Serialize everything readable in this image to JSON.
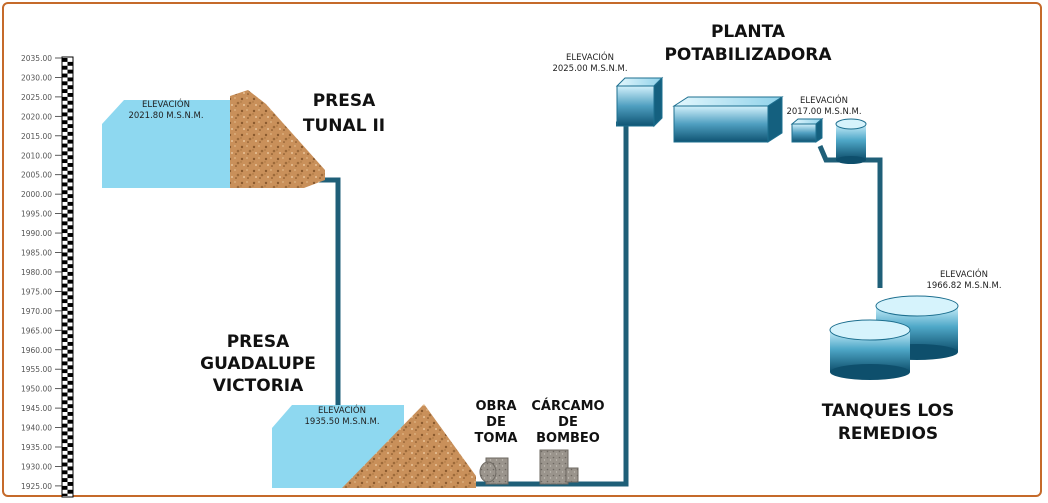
{
  "scale": {
    "ticks": [
      "2035.00",
      "2030.00",
      "2025.00",
      "2020.00",
      "2015.00",
      "2010.00",
      "2005.00",
      "2000.00",
      "1995.00",
      "1990.00",
      "1985.00",
      "1980.00",
      "1975.00",
      "1970.00",
      "1965.00",
      "1960.00",
      "1955.00",
      "1950.00",
      "1945.00",
      "1940.00",
      "1935.00",
      "1930.00",
      "1925.00"
    ]
  },
  "presa_tunal": {
    "elev_label": "ELEVACIÓN",
    "elev_value": "2021.80 M.S.N.M.",
    "title_line1": "PRESA",
    "title_line2": "TUNAL II"
  },
  "presa_guadalupe": {
    "elev_label": "ELEVACIÓN",
    "elev_value": "1935.50 M.S.N.M.",
    "title_line1": "PRESA",
    "title_line2": "GUADALUPE",
    "title_line3": "VICTORIA"
  },
  "obra_toma": {
    "line1": "OBRA",
    "line2": "DE",
    "line3": "TOMA"
  },
  "carcamo": {
    "line1": "CÁRCAMO",
    "line2": "DE",
    "line3": "BOMBEO"
  },
  "planta": {
    "title_line1": "PLANTA",
    "title_line2": "POTABILIZADORA",
    "elev1_label": "ELEVACIÓN",
    "elev1_value": "2025.00 M.S.N.M.",
    "elev2_label": "ELEVACIÓN",
    "elev2_value": "2017.00 M.S.N.M."
  },
  "tanques": {
    "elev_label": "ELEVACIÓN",
    "elev_value": "1966.82 M.S.N.M.",
    "title_line1": "TANQUES LOS",
    "title_line2": "REMEDIOS"
  },
  "colors": {
    "water": "#8ed8f0",
    "pipe": "#1f5f78",
    "border": "#c56a2a",
    "tank_dark": "#1d6f8f",
    "tank_light": "#bfeaf8"
  }
}
